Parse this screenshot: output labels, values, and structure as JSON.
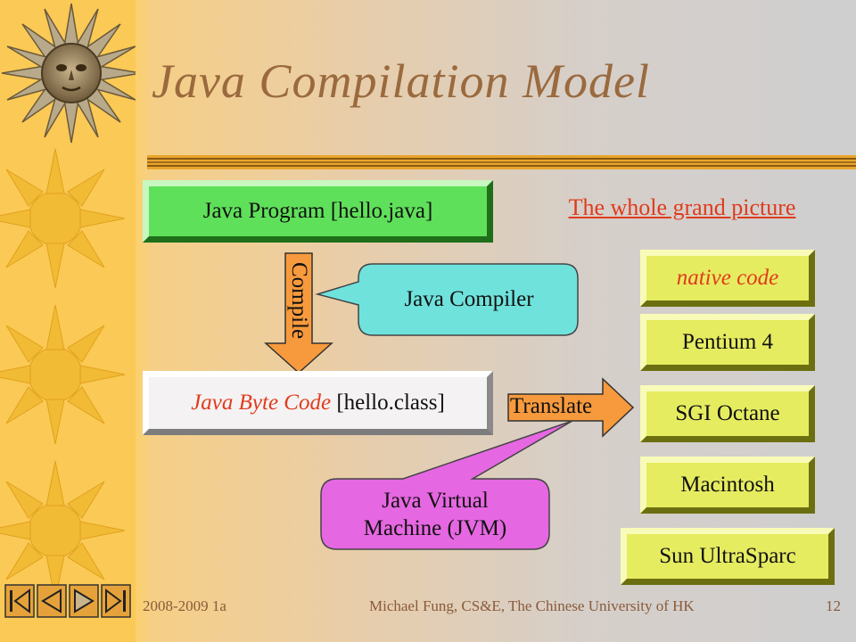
{
  "slide": {
    "title": "Java Compilation Model",
    "java_program": "Java Program [hello.java]",
    "compile_label": "Compile",
    "java_compiler": "Java Compiler",
    "byte_code_italic": "Java Byte Code",
    "byte_code_rest": " [hello.class]",
    "translate_label": "Translate",
    "jvm_line1": "Java Virtual",
    "jvm_line2": "Machine (JVM)",
    "grand_picture": "The whole grand picture",
    "platforms": {
      "native": "native code",
      "pentium": "Pentium 4",
      "sgi": "SGI Octane",
      "mac": "Macintosh",
      "sun": "Sun UltraSparc"
    }
  },
  "footer": {
    "date": "2008-2009 1a",
    "author": "Michael Fung, CS&E, The Chinese University of HK",
    "page": "12"
  },
  "nav_icons": [
    "first-slide-icon",
    "previous-slide-icon",
    "next-slide-icon",
    "last-slide-icon"
  ],
  "colors": {
    "title": "#9a6a3e",
    "accent_red": "#e03b1d",
    "green_box": "#5fe05a",
    "yellow_box": "#e6ec60",
    "cyan_callout": "#6fe2dc",
    "magenta_callout": "#e667e2",
    "orange_arrow": "#f79a3d"
  }
}
